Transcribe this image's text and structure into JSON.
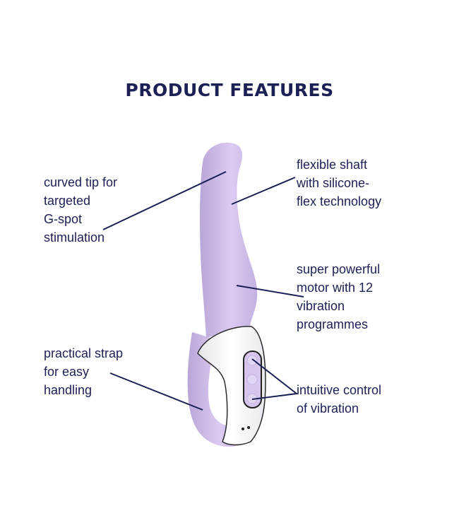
{
  "header": {
    "title": "PRODUCT FEATURES"
  },
  "colors": {
    "text": "#1c2054",
    "device_lilac": "#cbb9e6",
    "device_white": "#f4f4f6",
    "leader_line": "#1c2054"
  },
  "features": [
    {
      "id": "curved-tip",
      "lines": [
        "curved tip for",
        "targeted",
        "G-spot",
        "stimulation"
      ]
    },
    {
      "id": "flexible-shaft",
      "lines": [
        "flexible shaft",
        "with silicone-",
        "flex technology"
      ]
    },
    {
      "id": "powerful-motor",
      "lines": [
        "super powerful",
        "motor with 12",
        "vibration",
        "programmes"
      ]
    },
    {
      "id": "practical-strap",
      "lines": [
        "practical strap",
        "for easy",
        "handling"
      ]
    },
    {
      "id": "intuitive-control",
      "lines": [
        "intuitive control",
        "of vibration"
      ]
    }
  ]
}
